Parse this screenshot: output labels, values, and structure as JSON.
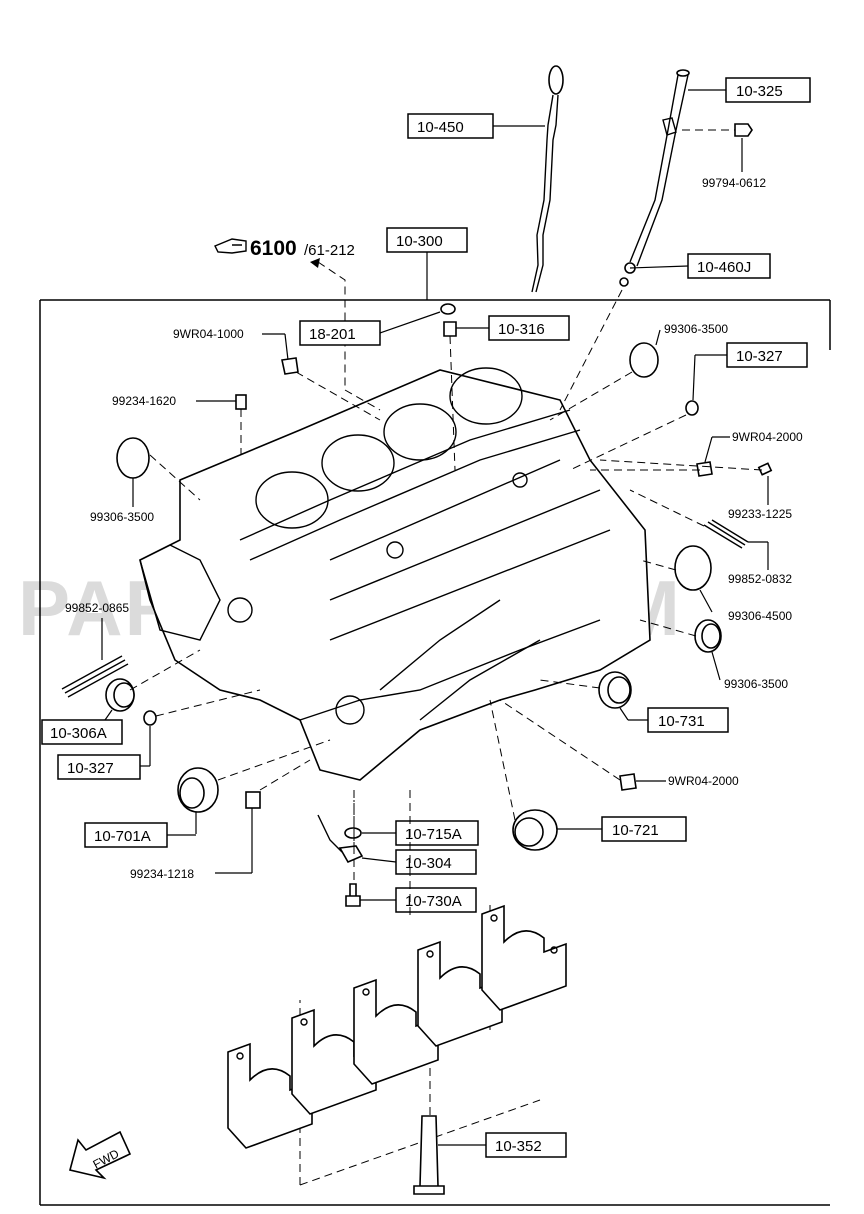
{
  "diagram": {
    "watermark": "PARTSOUQ.COM",
    "reference": {
      "main": "6100",
      "sub": "/61-212"
    },
    "fwd_label": "FWD",
    "boxed_labels": {
      "10_325": "10-325",
      "10_450": "10-450",
      "10_300": "10-300",
      "10_460J": "10-460J",
      "18_201": "18-201",
      "10_316": "10-316",
      "10_327_right": "10-327",
      "10_306A": "10-306A",
      "10_327_left": "10-327",
      "10_731": "10-731",
      "10_701A": "10-701A",
      "10_715A": "10-715A",
      "10_721": "10-721",
      "10_304": "10-304",
      "10_730A": "10-730A",
      "10_352": "10-352"
    },
    "plain_labels": {
      "p99794_0612": "99794-0612",
      "p9WR04_1000": "9WR04-1000",
      "p99306_3500_top": "99306-3500",
      "p99234_1620": "99234-1620",
      "p9WR04_2000_right": "9WR04-2000",
      "p99306_3500_left": "99306-3500",
      "p99233_1225": "99233-1225",
      "p99852_0832": "99852-0832",
      "p99306_4500": "99306-4500",
      "p99852_0865": "99852-0865",
      "p99306_3500_right": "99306-3500",
      "p9WR04_2000_lower": "9WR04-2000",
      "p99234_1218": "99234-1218"
    }
  }
}
